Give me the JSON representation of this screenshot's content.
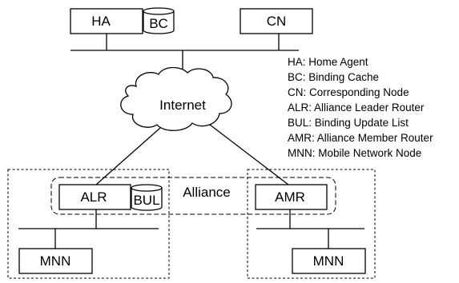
{
  "nodes": {
    "ha": "HA",
    "bc": "BC",
    "cn": "CN",
    "internet": "Internet",
    "alliance": "Alliance",
    "alr": "ALR",
    "bul": "BUL",
    "amr": "AMR",
    "mnn_left": "MNN",
    "mnn_right": "MNN"
  },
  "legend": [
    "HA: Home Agent",
    "BC: Binding Cache",
    "CN: Corresponding Node",
    "ALR: Alliance Leader Router",
    "BUL: Binding Update List",
    "AMR: Alliance Member Router",
    "MNN: Mobile Network Node"
  ],
  "colors": {
    "stroke": "#000000",
    "background": "#ffffff"
  }
}
